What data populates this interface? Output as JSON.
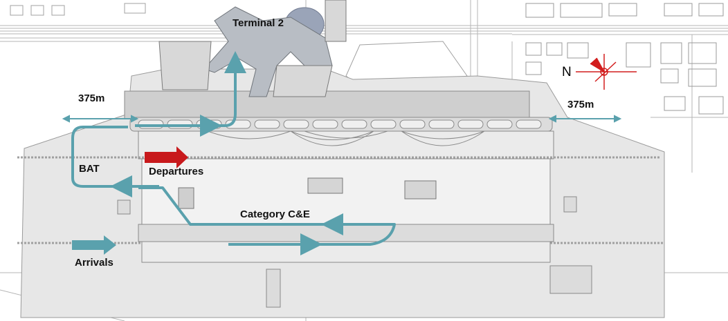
{
  "labels": {
    "terminal": "Terminal 2",
    "width_left": "375m",
    "width_right": "375m",
    "bat": "BAT",
    "departures": "Departures",
    "category": "Category C&E",
    "arrivals": "Arrivals",
    "north": "N"
  },
  "colors": {
    "route": "#5aa1ad",
    "departure_arrow": "#c8191c",
    "compass": "#d21d1d",
    "pavement": "#d4d4d4",
    "pavement_edge": "#8a8a8a",
    "terminal_roof": "#b8bdc4",
    "lake": "#9aa4b8"
  },
  "icons": {
    "compass": "north-arrow-icon",
    "departure_arrow": "arrow-right-icon",
    "arrival_arrow": "arrow-right-icon"
  }
}
